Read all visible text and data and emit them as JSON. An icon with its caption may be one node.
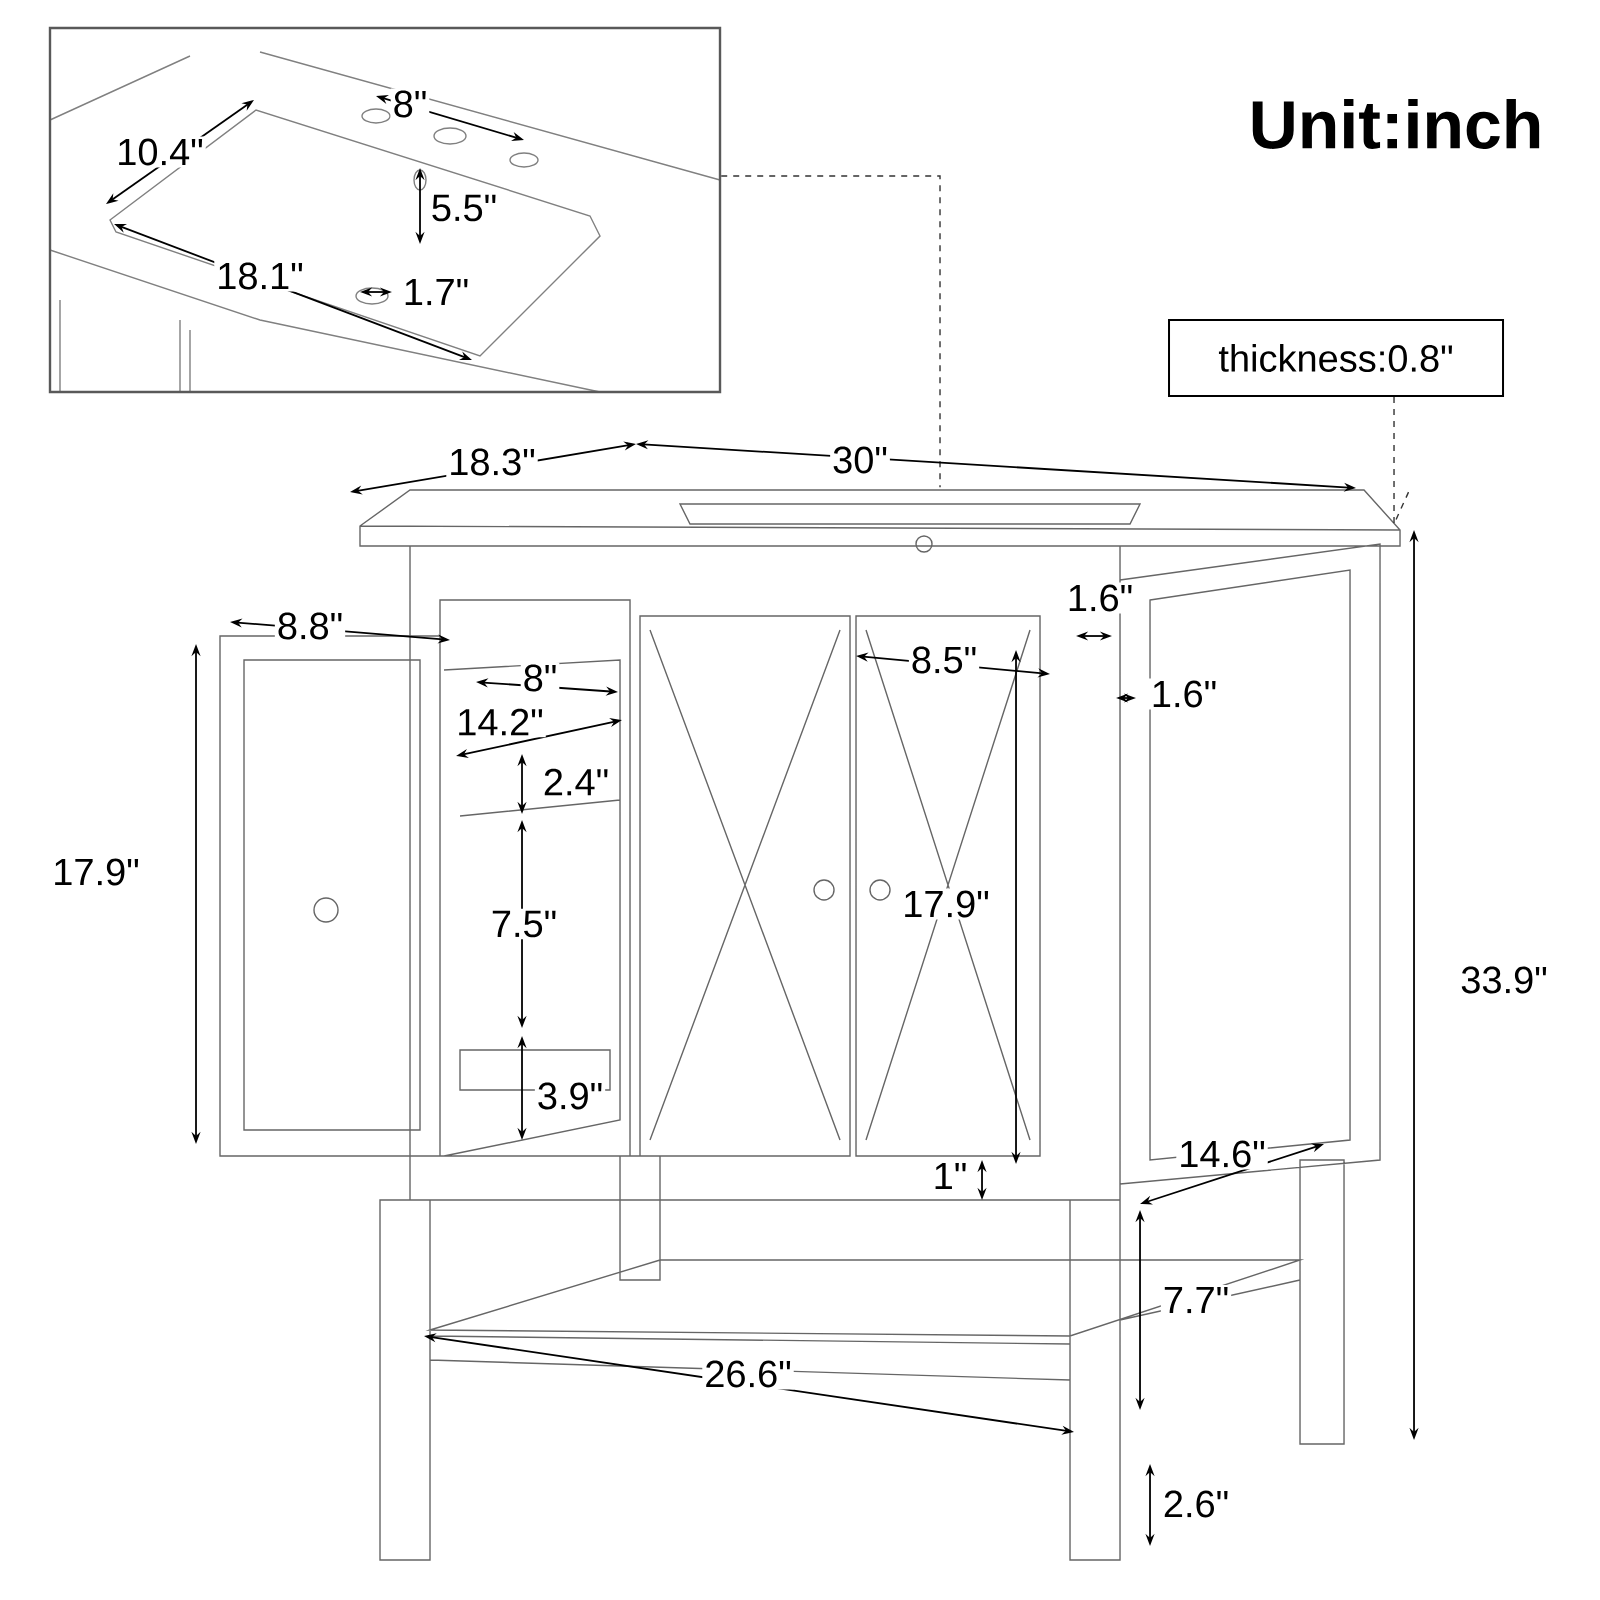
{
  "diagram": {
    "title": "Unit:inch",
    "nodes": [
      {
        "text": [],
        "shape": "picture"
      },
      {
        "text": [
          "thickness:0.8\""
        ]
      },
      {
        "text": [],
        "shape": "picture"
      }
    ],
    "edges": [
      {
        "from": 0,
        "to": 2,
        "arrow": "none",
        "style": "dashed"
      },
      {
        "from": 1,
        "to": 2,
        "arrow": "none",
        "style": "dashed"
      }
    ],
    "labels": [
      "8\"",
      "10.4\"",
      "5.5\"",
      "18.1\"",
      "1.7\"",
      "18.3\"",
      "30\"",
      "1.6\"",
      "8.8\"",
      "8\"",
      "8.5\"",
      "1.6\"",
      "14.2\"",
      "2.4\"",
      "17.9\"",
      "7.5\"",
      "17.9\"",
      "33.9\"",
      "3.9\"",
      "1\"",
      "14.6\"",
      "7.7\"",
      "26.6\"",
      "2.6\""
    ]
  }
}
